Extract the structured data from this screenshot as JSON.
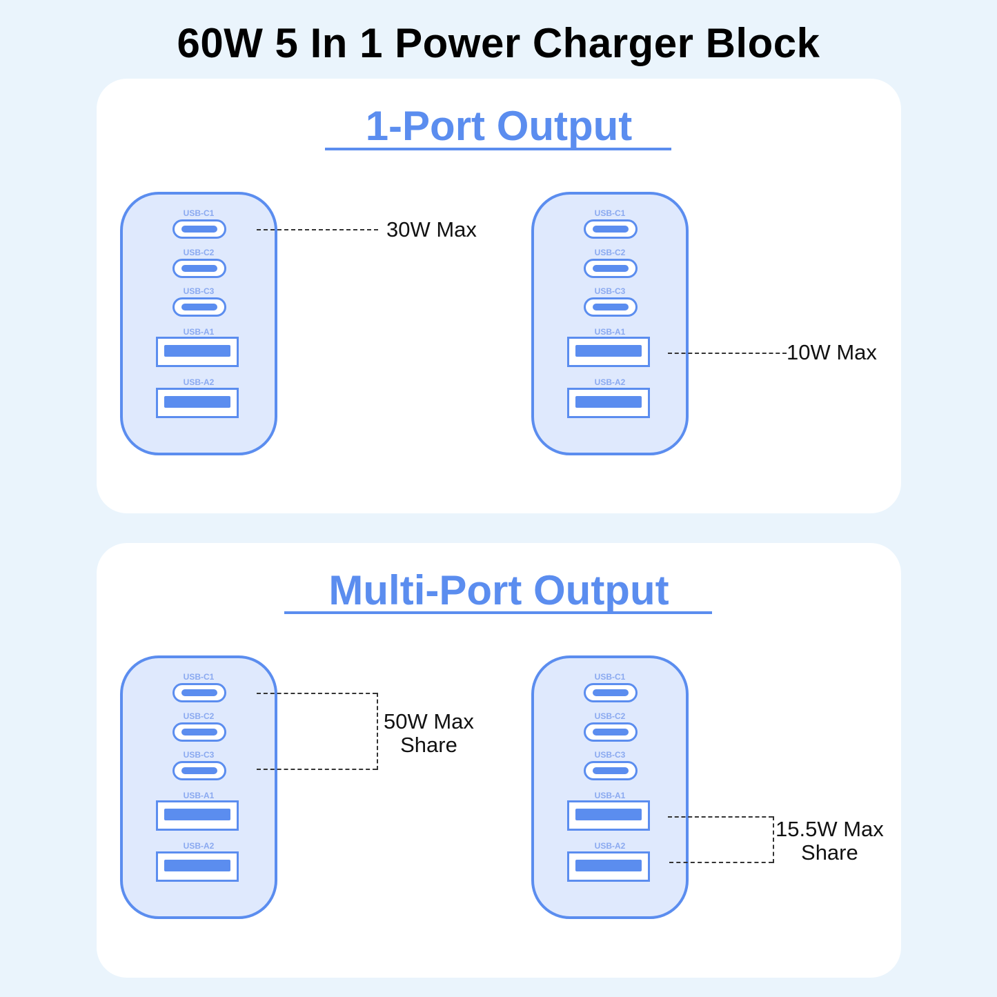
{
  "title": "60W 5 In 1 Power Charger Block",
  "sections": {
    "single": {
      "title": "1-Port Output"
    },
    "multi": {
      "title": "Multi-Port Output"
    }
  },
  "ports": {
    "c1": "USB-C1",
    "c2": "USB-C2",
    "c3": "USB-C3",
    "a1": "USB-A1",
    "a2": "USB-A2"
  },
  "notes": {
    "single_c": "30W Max",
    "single_a": "10W Max",
    "multi_c_line1": "50W Max",
    "multi_c_line2": "Share",
    "multi_a_line1": "15.5W Max",
    "multi_a_line2": "Share"
  },
  "colors": {
    "accent": "#5b8def",
    "charger_fill": "#dfe9fd",
    "page_background": "#eaf4fc",
    "panel_background": "#ffffff"
  }
}
